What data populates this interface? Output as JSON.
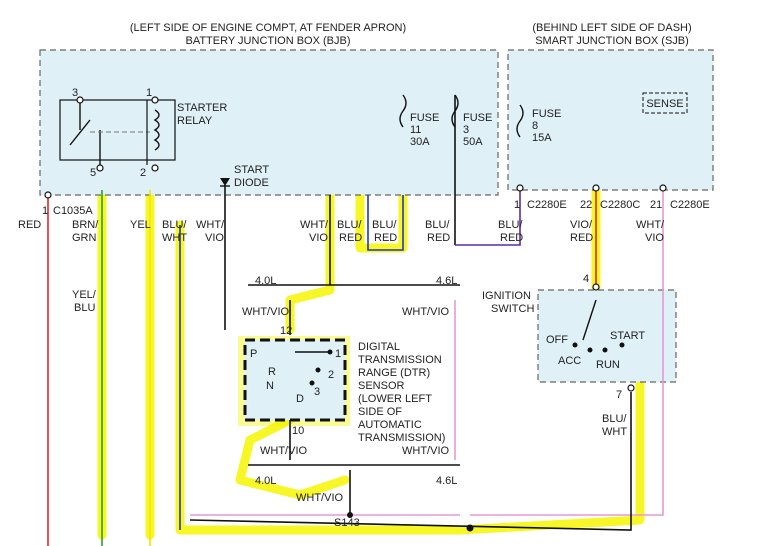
{
  "bjb": {
    "location": "(LEFT SIDE OF ENGINE COMPT, AT FENDER APRON)",
    "name": "BATTERY JUNCTION BOX (BJB)",
    "relay_label": [
      "STARTER",
      "RELAY"
    ],
    "diode_label": [
      "START",
      "DIODE"
    ],
    "fuse11": [
      "FUSE",
      "11",
      "30A"
    ],
    "fuse3": [
      "FUSE",
      "3",
      "50A"
    ],
    "pins": [
      "3",
      "1",
      "5",
      "2"
    ]
  },
  "sjb": {
    "location": "(BEHIND LEFT SIDE OF DASH)",
    "name": "SMART JUNCTION BOX (SJB)",
    "fuse8": [
      "FUSE",
      "8",
      "15A"
    ],
    "sense": "SENSE",
    "pins": [
      "1",
      "22",
      "21"
    ],
    "connectors": [
      "C2280E",
      "C2280C",
      "C2280E"
    ]
  },
  "connectors": {
    "c1035a_pin": "1",
    "c1035a": "C1035A"
  },
  "wires": {
    "red": "RED",
    "brn_grn": [
      "BRN/",
      "GRN"
    ],
    "yel": "YEL",
    "blu_wht": [
      "BLU/",
      "WHT"
    ],
    "wht_vio_a": [
      "WHT/",
      "VIO"
    ],
    "wht_vio_b": [
      "WHT/",
      "VIO"
    ],
    "blu_red_a": [
      "BLU/",
      "RED"
    ],
    "blu_red_b": [
      "BLU/",
      "RED"
    ],
    "blu_red_c": [
      "BLU/",
      "RED"
    ],
    "blu_red_d": [
      "BLU/",
      "RED"
    ],
    "vio_red": [
      "VIO/",
      "RED"
    ],
    "wht_vio_c": [
      "WHT/",
      "VIO"
    ],
    "yel_blu": [
      "YEL/",
      "BLU"
    ],
    "blu_wht_ign": [
      "BLU/",
      "WHT"
    ]
  },
  "engine": {
    "l40_top": "4.0L",
    "l46_top": "4.6L",
    "l40_bot": "4.0L",
    "l46_bot": "4.6L"
  },
  "dtr": {
    "pin_top": "12",
    "pin_bot": "10",
    "label": [
      "DIGITAL",
      "TRANSMISSION",
      "RANGE (DTR)",
      "SENSOR",
      "(LOWER LEFT",
      "SIDE OF",
      "AUTOMATIC",
      "TRANSMISSION)"
    ],
    "positions": [
      "P",
      "R",
      "N",
      "D",
      "1",
      "2",
      "3"
    ],
    "wire_top_left": "WHT/VIO",
    "wire_top_right": "WHT/VIO",
    "wire_bot_left": "WHT/VIO",
    "wire_bot_right": "WHT/VIO"
  },
  "ignition": {
    "label": [
      "IGNITION",
      "SWITCH"
    ],
    "pin_in": "4",
    "pin_out": "7",
    "positions": [
      "OFF",
      "ACC",
      "RUN",
      "START"
    ]
  },
  "splice": {
    "wire": "WHT/VIO",
    "name": "S143"
  },
  "colors": {
    "highlight": "#f6f500",
    "box_fill": "#dff0f7",
    "red": "#e0262a",
    "green": "#2e9e3a",
    "blue": "#2233cc",
    "purple": "#5a2aa8",
    "pink": "#e39ad6"
  }
}
